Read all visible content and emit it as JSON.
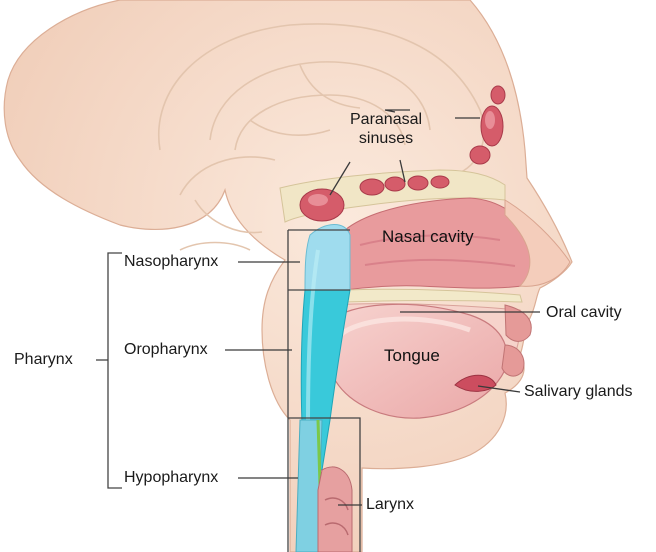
{
  "labels": {
    "paranasal_sinuses_line1": "Paranasal",
    "paranasal_sinuses_line2": "sinuses",
    "nasal_cavity": "Nasal cavity",
    "nasopharynx": "Nasopharynx",
    "oral_cavity": "Oral cavity",
    "pharynx": "Pharynx",
    "oropharynx": "Oropharynx",
    "tongue": "Tongue",
    "salivary_glands": "Salivary glands",
    "hypopharynx": "Hypopharynx",
    "larynx": "Larynx"
  },
  "colors": {
    "skin": "#f6dccb",
    "skin_shadow": "#ecc3ae",
    "skin_outline": "#d9a48f",
    "cavity_red": "#e79a9a",
    "deep_red": "#c9485a",
    "pharynx_blue": "#8fd8ec",
    "pharynx_cyan": "#36c9d9",
    "green_line": "#7bc84a",
    "bone": "#f2e9c9",
    "brain_line": "#e2c0a8",
    "leader_line": "#3a3a3a"
  }
}
